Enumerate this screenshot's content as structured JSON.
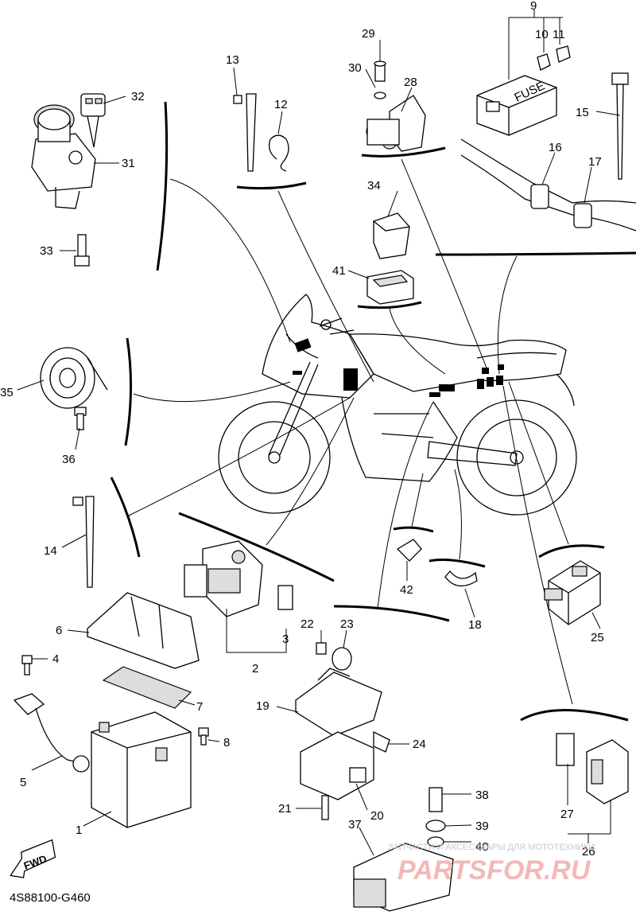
{
  "diagram_code": "4S88100-G460",
  "fwd_label": "FWD",
  "fuse_box_text": "FUSE",
  "watermark": {
    "line1": "ЗАПЧАСТИ И АКСЕССУАРЫ ДЛЯ МОТОТЕХНИКИ",
    "line2": "PARTSFOR.RU"
  },
  "callouts": {
    "n1": "1",
    "n2": "2",
    "n3": "3",
    "n4": "4",
    "n5": "5",
    "n6": "6",
    "n7": "7",
    "n8": "8",
    "n9": "9",
    "n10": "10",
    "n11": "11",
    "n12": "12",
    "n13": "13",
    "n14": "14",
    "n15": "15",
    "n16": "16",
    "n17": "17",
    "n18": "18",
    "n19": "19",
    "n20": "20",
    "n21": "21",
    "n22": "22",
    "n23": "23",
    "n24": "24",
    "n25": "25",
    "n26": "26",
    "n27": "27",
    "n28": "28",
    "n29": "29",
    "n30": "30",
    "n31": "31",
    "n32": "32",
    "n33": "33",
    "n34": "34",
    "n35": "35",
    "n36": "36",
    "n37": "37",
    "n38": "38",
    "n39": "39",
    "n40": "40",
    "n41": "41",
    "n42": "42"
  }
}
